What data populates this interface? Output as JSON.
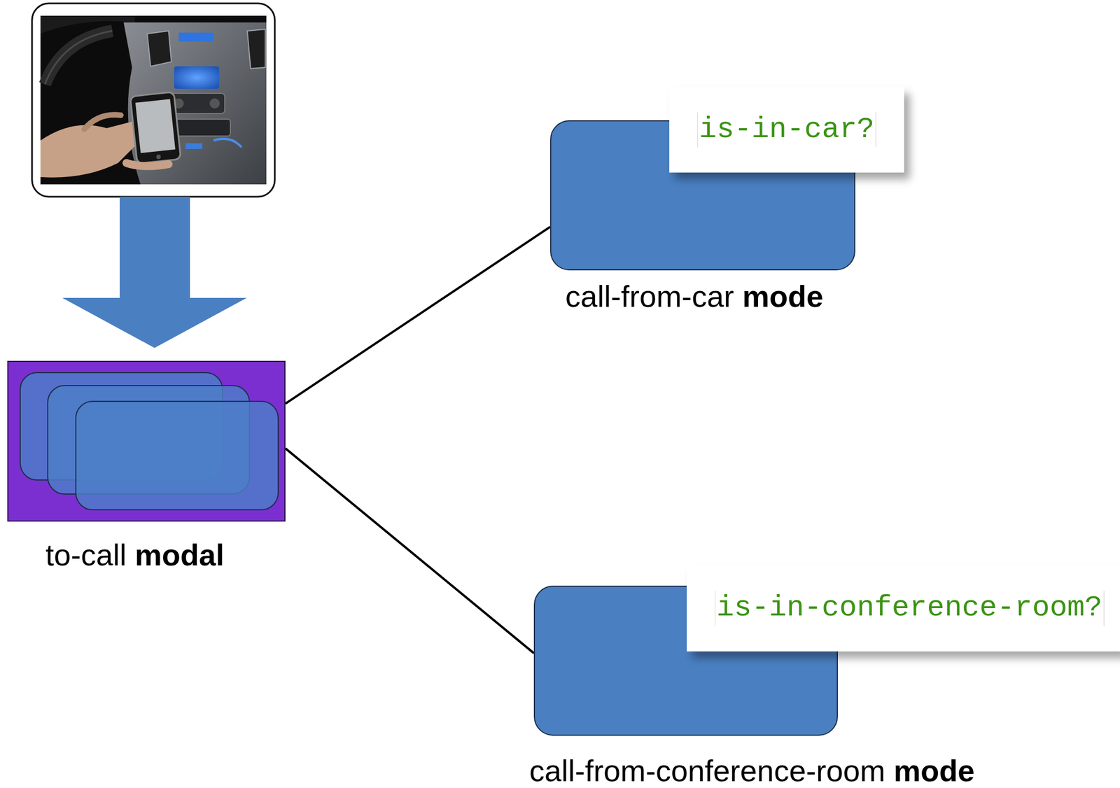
{
  "diagram": {
    "nodes": [
      {
        "text": [
          "to-call modal"
        ]
      },
      {
        "text": [
          "is-in-car?",
          "call-from-car mode"
        ]
      },
      {
        "text": [
          "is-in-conference-room?",
          "call-from-conference-room mode"
        ]
      }
    ],
    "edges": [
      {
        "from": 0,
        "to": 1,
        "arrow": "none"
      },
      {
        "from": 0,
        "to": 2,
        "arrow": "none"
      }
    ]
  }
}
